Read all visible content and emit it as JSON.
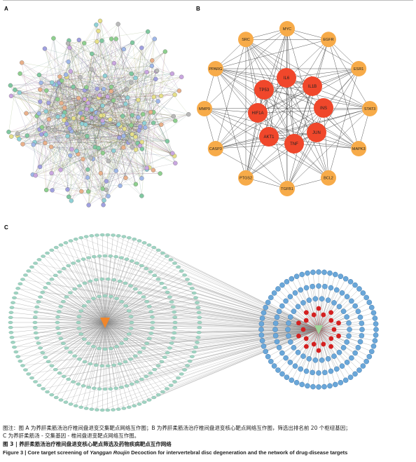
{
  "panels": {
    "a": {
      "letter": "A"
    },
    "b": {
      "letter": "B",
      "core_nodes": [
        "IL6",
        "TP53",
        "IL1B",
        "HIF1A",
        "INS",
        "AKT1",
        "TNF",
        "JUN"
      ],
      "outer_nodes": [
        "MYC",
        "EGFR",
        "ESR1",
        "STAT3",
        "MAPK3",
        "BCL2",
        "TGFB1",
        "PTGS2",
        "CASP3",
        "MMP9",
        "PPARG",
        "SRC"
      ],
      "colors": {
        "core": "#f0472b",
        "outer": "#f7ab49",
        "edge": "#444444"
      }
    },
    "c": {
      "letter": "C",
      "colors": {
        "drug_node": "#9fd4c2",
        "drug_hub": "#f0862b",
        "disease_node": "#6aa7d9",
        "core_node": "#d42020",
        "center": "#9ed59a",
        "edge": "#8a8a8a"
      }
    }
  },
  "caption": {
    "line1": "图注：图 A 为养肝柔筋汤治疗椎间盘退变交集靶点网络互作图；B 为养肝柔筋汤治疗椎间盘退变核心靶点网络互作图，筛选出排名前 20 个枢纽基因；",
    "line2": "C 为养肝柔筋汤 - 交集基因 - 椎间盘退变靶点网络互作图。",
    "line3": "图 3  |  养肝柔筋汤治疗椎间盘退变核心靶点筛选及药物疾病靶点互作网络",
    "line4_prefix": "Figure 3  |  Core target screening of ",
    "line4_italic": "Yanggan Roujin",
    "line4_suffix": " Decoction for intervertebral disc degeneration and the network of drug-disease targets"
  }
}
